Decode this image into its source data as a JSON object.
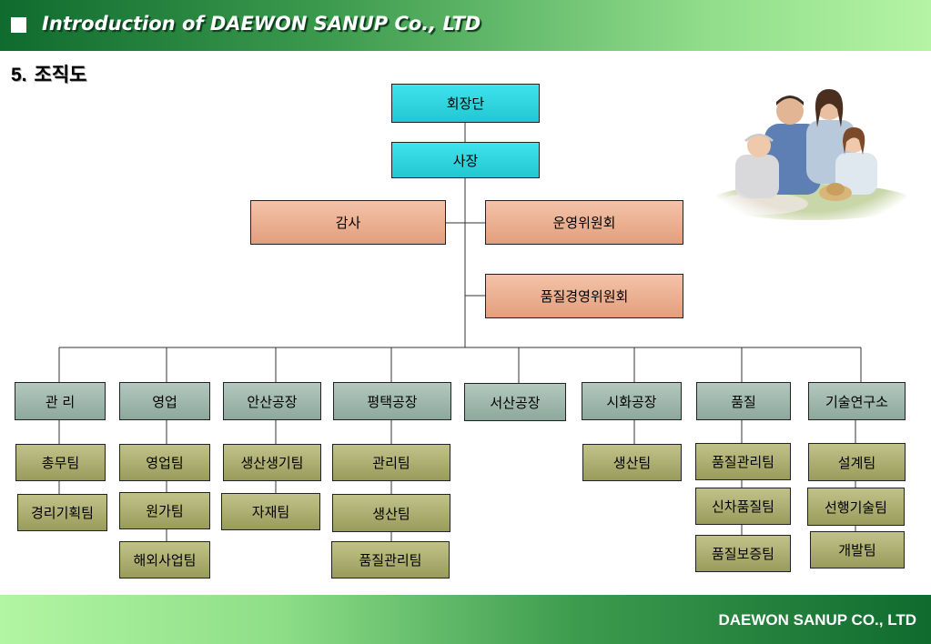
{
  "header": {
    "title": "Introduction of DAEWON SANUP Co., LTD"
  },
  "section": {
    "number": "5.",
    "title": "조직도"
  },
  "org": {
    "chairman": "회장단",
    "president": "사장",
    "audit": "감사",
    "ops_committee": "운영위원회",
    "quality_committee": "품질경영위원회",
    "departments": [
      {
        "name": "관  리",
        "teams": [
          "총무팀",
          "경리기획팀"
        ]
      },
      {
        "name": "영업",
        "teams": [
          "영업팀",
          "원가팀",
          "해외사업팀"
        ]
      },
      {
        "name": "안산공장",
        "teams": [
          "생산생기팀",
          "자재팀"
        ]
      },
      {
        "name": "평택공장",
        "teams": [
          "관리팀",
          "생산팀",
          "품질관리팀"
        ]
      },
      {
        "name": "서산공장",
        "teams": []
      },
      {
        "name": "시화공장",
        "teams": [
          "생산팀"
        ]
      },
      {
        "name": "품질",
        "teams": [
          "품질관리팀",
          "신차품질팀",
          "품질보증팀"
        ]
      },
      {
        "name": "기술연구소",
        "teams": [
          "설계팀",
          "선행기술팀",
          "개발팀"
        ]
      }
    ]
  },
  "footer": {
    "company": "DAEWON SANUP CO., LTD"
  },
  "colors": {
    "header_green": "#0f6b2e",
    "cyan_box": "#22c7d2",
    "salmon_box": "#e29f7c",
    "gray_box": "#8da89c",
    "olive_box": "#9a9c5c"
  }
}
